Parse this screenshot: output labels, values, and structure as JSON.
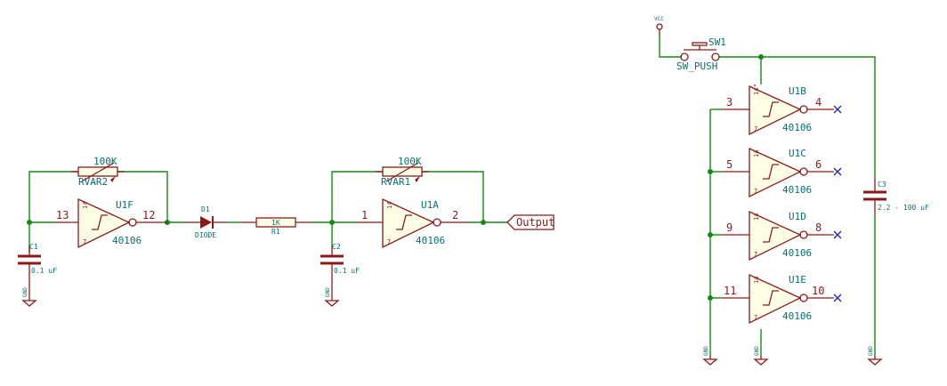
{
  "gates": [
    {
      "ref": "U1F",
      "part": "40106",
      "in_pin": "13",
      "out_pin": "12",
      "vcc_pin": "14",
      "gnd_pin": "7"
    },
    {
      "ref": "U1A",
      "part": "40106",
      "in_pin": "1",
      "out_pin": "2",
      "vcc_pin": "14",
      "gnd_pin": "7"
    },
    {
      "ref": "U1B",
      "part": "40106",
      "in_pin": "3",
      "out_pin": "4",
      "vcc_pin": "14",
      "gnd_pin": "7"
    },
    {
      "ref": "U1C",
      "part": "40106",
      "in_pin": "5",
      "out_pin": "6",
      "vcc_pin": "14",
      "gnd_pin": "7"
    },
    {
      "ref": "U1D",
      "part": "40106",
      "in_pin": "9",
      "out_pin": "8",
      "vcc_pin": "14",
      "gnd_pin": "7"
    },
    {
      "ref": "U1E",
      "part": "40106",
      "in_pin": "11",
      "out_pin": "10",
      "vcc_pin": "14",
      "gnd_pin": "7"
    }
  ],
  "rvar2": {
    "ref": "RVAR2",
    "value": "100K"
  },
  "rvar1": {
    "ref": "RVAR1",
    "value": "100K"
  },
  "d1": {
    "ref": "D1",
    "value": "DIODE"
  },
  "r1": {
    "ref": "R1",
    "value": "1K"
  },
  "c1": {
    "ref": "C1",
    "value": "0.1 uF"
  },
  "c2": {
    "ref": "C2",
    "value": "0.1 uF"
  },
  "c3": {
    "ref": "C3",
    "value": "2.2 - 100 uF"
  },
  "sw1": {
    "ref": "SW1",
    "value": "SW_PUSH"
  },
  "vcc": {
    "label": "VCC"
  },
  "output": {
    "label": "Output"
  },
  "gnd": {
    "label": "GND"
  },
  "colors": {
    "wire": "#138a13",
    "component": "#8a1a1a",
    "text": "#0b6f6f",
    "noconnect": "#2a2ab0"
  }
}
